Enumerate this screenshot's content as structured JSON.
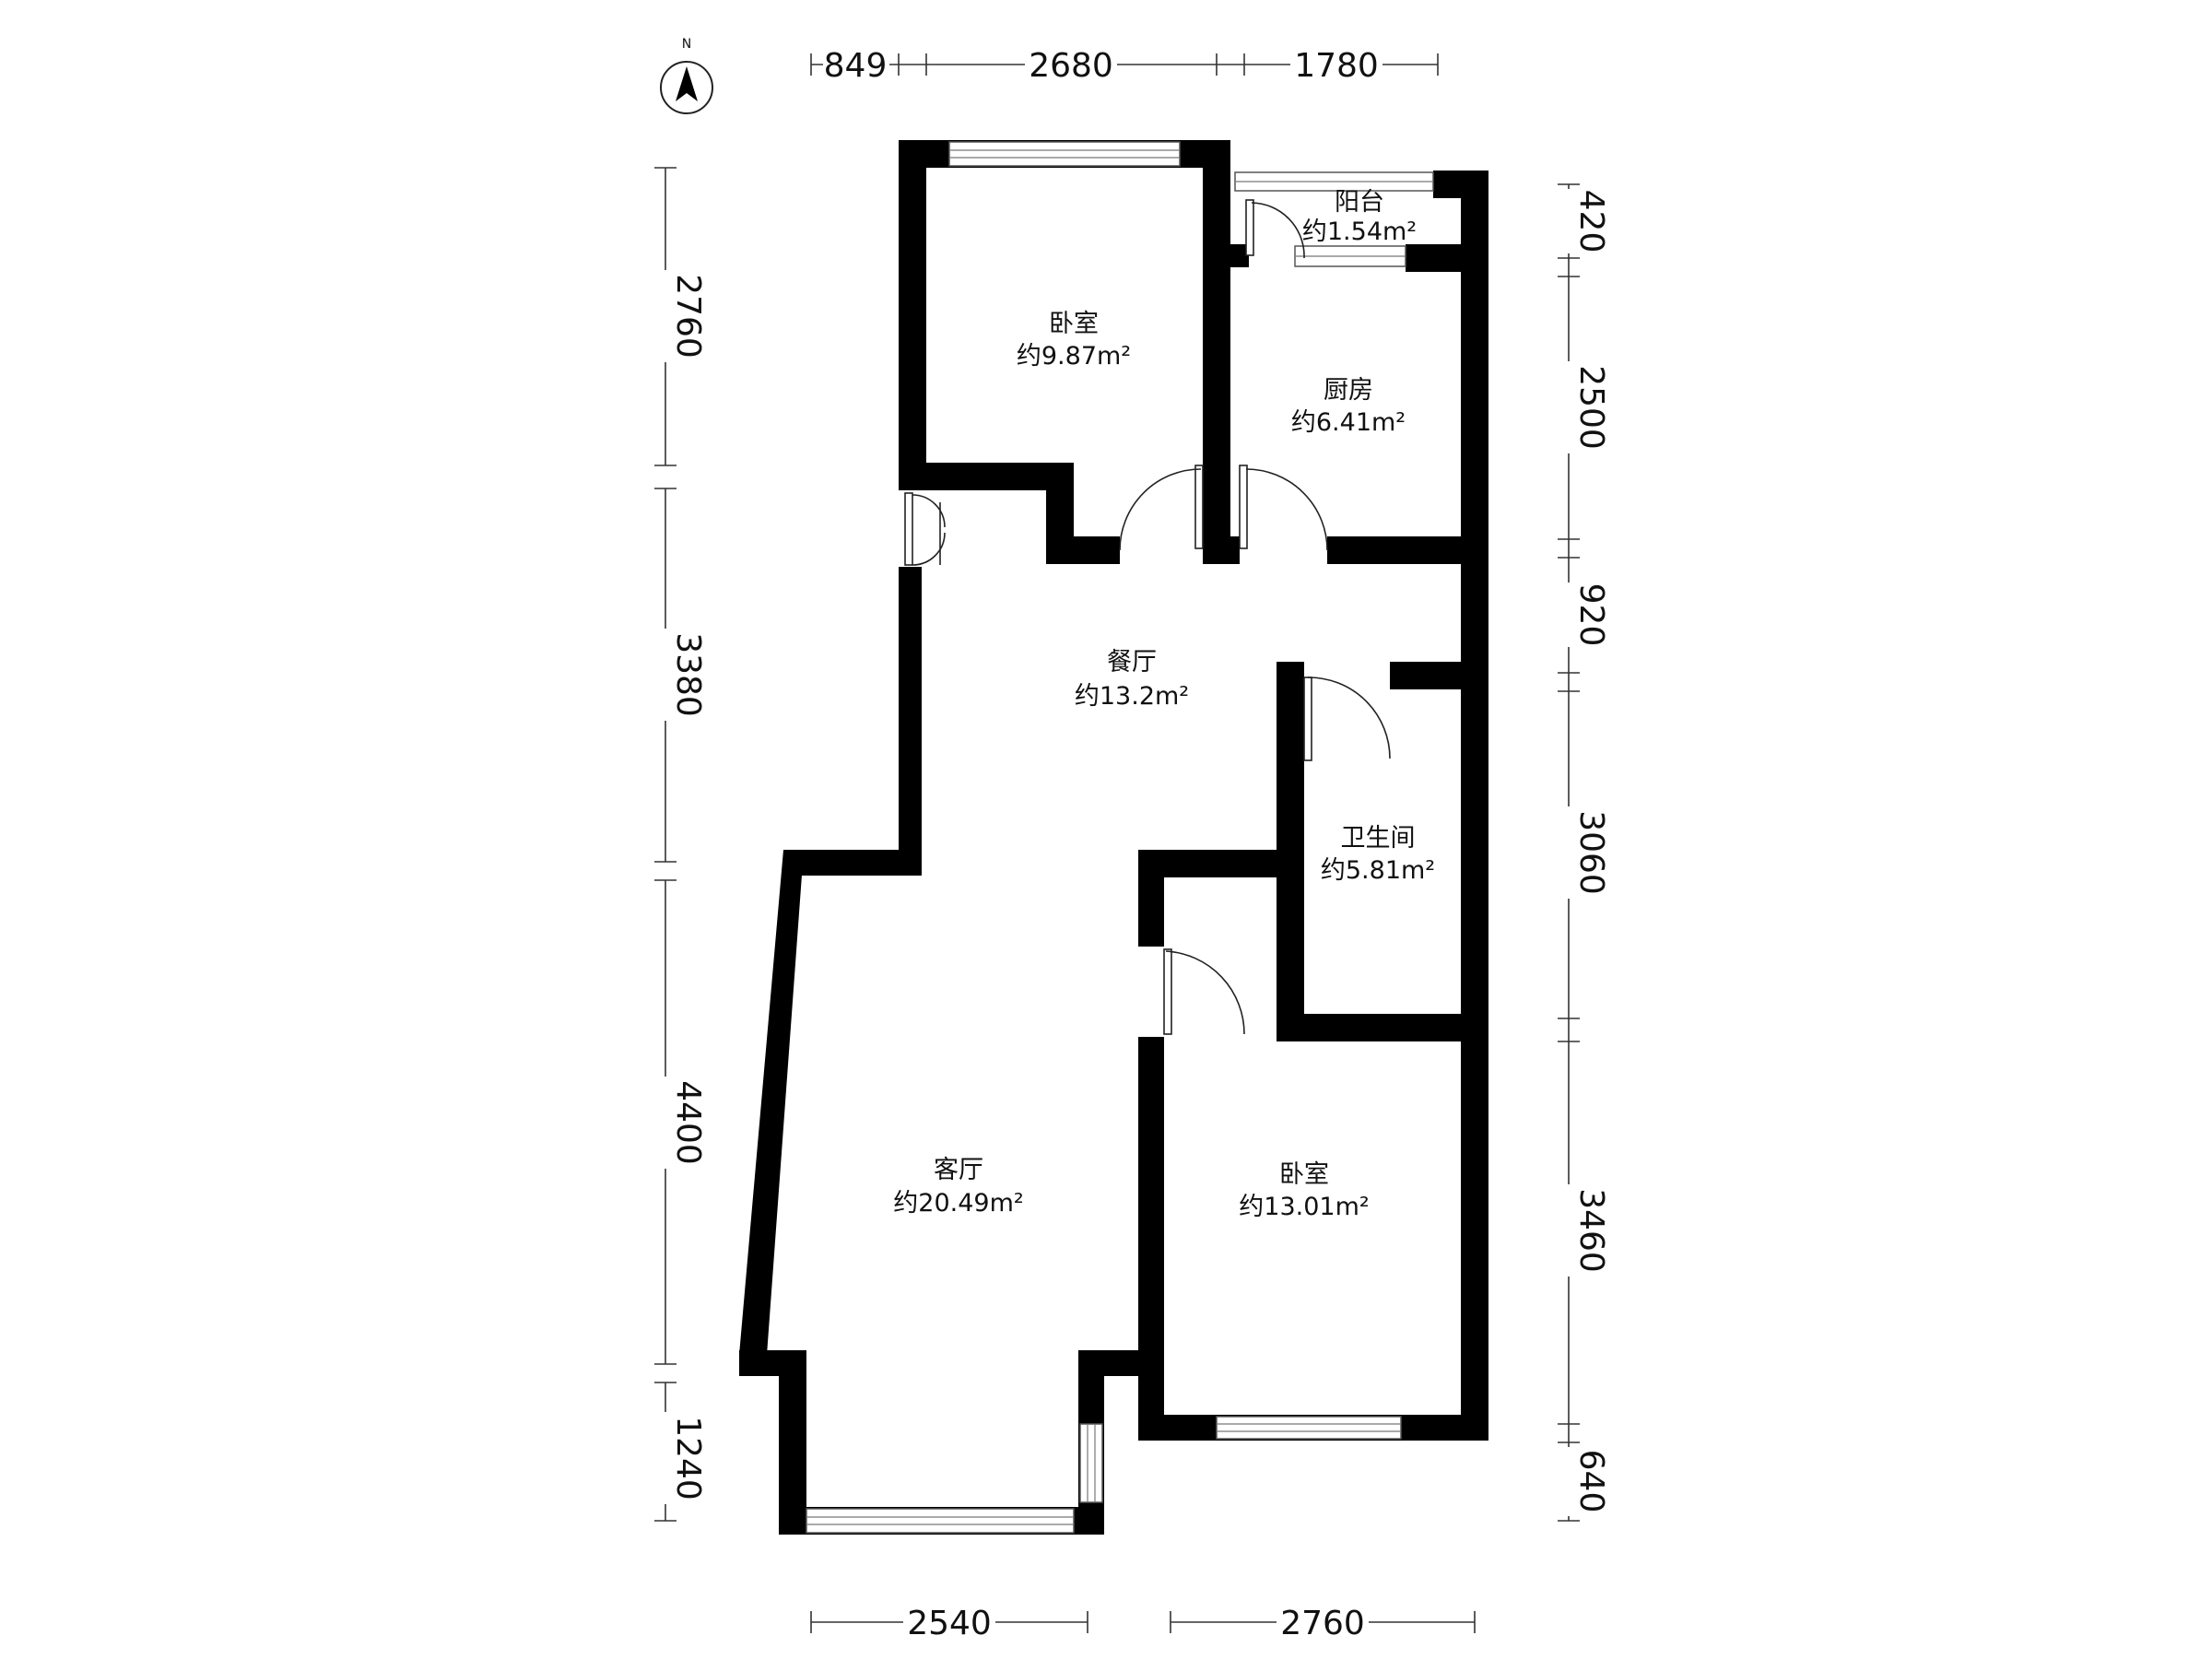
{
  "compass": {
    "north_label": "N"
  },
  "dimensions": {
    "top": [
      "849",
      "2680",
      "1780"
    ],
    "bottom": [
      "2540",
      "2760"
    ],
    "left": [
      "2760",
      "3380",
      "4400",
      "1240"
    ],
    "right": [
      "420",
      "2500",
      "920",
      "3060",
      "3460",
      "640"
    ]
  },
  "rooms": [
    {
      "name": "卧室",
      "area": "约9.87m²"
    },
    {
      "name": "阳台",
      "area": "约1.54m²"
    },
    {
      "name": "厨房",
      "area": "约6.41m²"
    },
    {
      "name": "餐厅",
      "area": "约13.2m²"
    },
    {
      "name": "卫生间",
      "area": "约5.81m²"
    },
    {
      "name": "客厅",
      "area": "约20.49m²"
    },
    {
      "name": "卧室",
      "area": "约13.01m²"
    }
  ]
}
